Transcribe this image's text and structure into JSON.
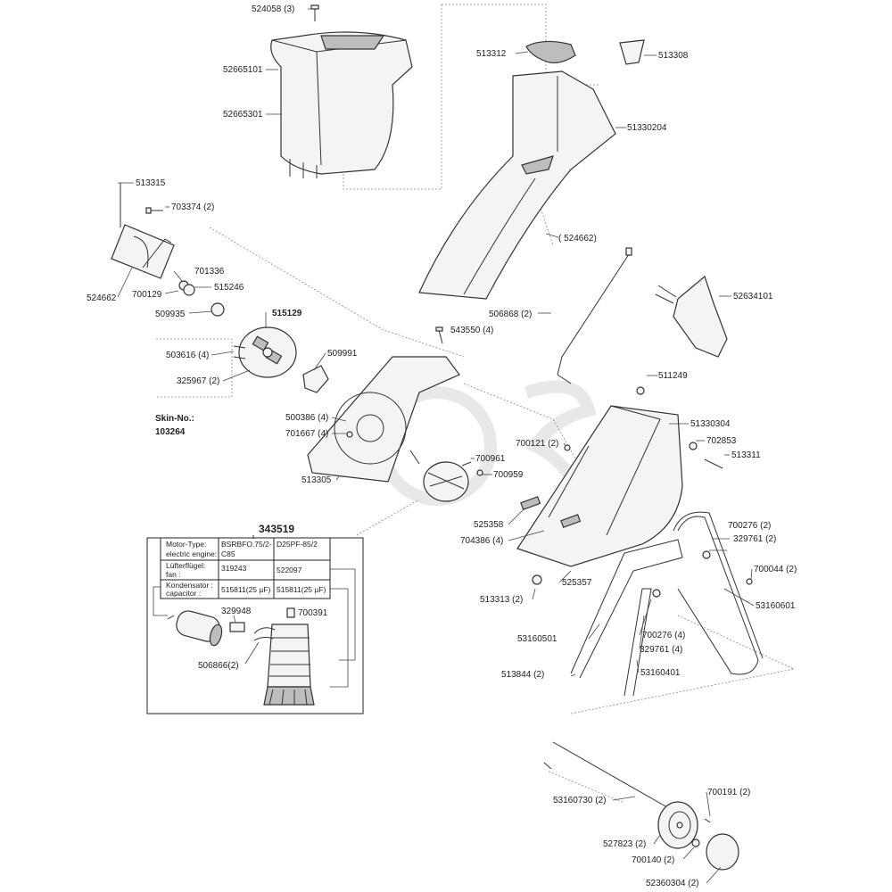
{
  "labels": {
    "l524058": "524058 (3)",
    "l52665101": "52665101",
    "l52665301": "52665301",
    "l513312": "513312",
    "l513308": "513308",
    "l51330204": "51330204",
    "l513315": "513315",
    "l703374": "703374 (2)",
    "l524662a": "( 524662)",
    "l701336": "701336",
    "l515246": "515246",
    "l524662b": "524662",
    "l700129": "700129",
    "l509935": "509935",
    "l515129": "515129",
    "l503616": "503616 (4)",
    "l325967": "325967 (2)",
    "l509991": "509991",
    "l543550": "543550 (4)",
    "l506868": "506868 (2)",
    "l52634101": "52634101",
    "l511249": "511249",
    "l51330304": "51330304",
    "l500386": "500386 (4)",
    "l701667": "701667 (4)",
    "l700121": "700121 (2)",
    "l700961": "700961",
    "l700959": "700959",
    "l702853": "702853",
    "l513311": "513311",
    "l513305": "513305",
    "l525358": "525358",
    "l704386": "704386 (4)",
    "l700276a": "700276 (2)",
    "l329761a": "329761 (2)",
    "l700044": "700044 (2)",
    "l525357": "525357",
    "l513313": "513313 (2)",
    "l53160601": "53160601",
    "l700276b": "700276 (4)",
    "l53160501": "53160501",
    "l329761b": "329761 (4)",
    "l513844": "513844 (2)",
    "l53160401": "53160401",
    "l53160730": "53160730 (2)",
    "l700191": "700191 (2)",
    "l527823": "527823 (2)",
    "l700140": "700140 (2)",
    "l52360304": "52360304 (2)",
    "l329948": "329948",
    "l700391": "700391",
    "l506866": "506866(2)"
  },
  "skin": {
    "line1": "Skin-No.:",
    "line2": "103264"
  },
  "motor_box": {
    "title": "343519",
    "rows": [
      {
        "c1a": "Motor-Type:",
        "c1b": "electric engine:",
        "c2a": "BSRBFO.75/2-",
        "c2b": "C85",
        "c3": "D25PF-85/2"
      },
      {
        "c1a": "Lüfterflügel:",
        "c1b": "fan :",
        "c2a": "319243",
        "c2b": "",
        "c3": "522097"
      },
      {
        "c1a": "Kondensator :",
        "c1b": "capacitor :",
        "c2a": "515811(25 µF)",
        "c2b": "",
        "c3": "515811(25 µF)"
      }
    ]
  },
  "colors": {
    "line": "#333333",
    "text": "#222222",
    "watermark": "#e8e8e8"
  }
}
